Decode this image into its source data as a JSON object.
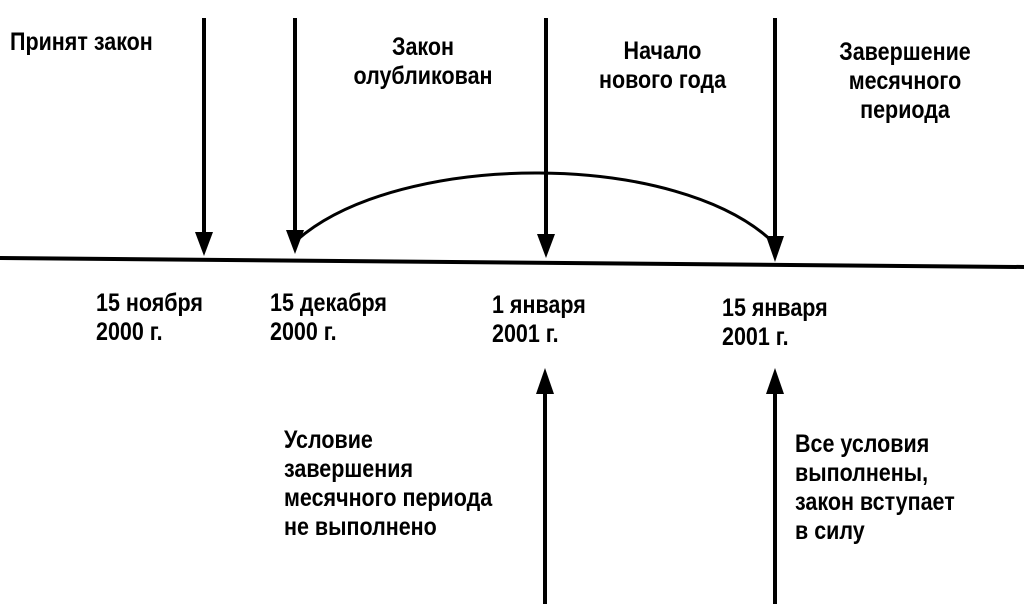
{
  "events": {
    "law_adopted": "Принят закон",
    "law_published": [
      "Закон",
      "олубликован"
    ],
    "new_year": [
      "Начало",
      "нового года"
    ],
    "period_end": [
      "Завершение",
      "месячного",
      "периода"
    ]
  },
  "dates": {
    "nov15": [
      "15 ноября",
      "2000 г."
    ],
    "dec15": [
      "15 декабря",
      "2000 г."
    ],
    "jan1": [
      "1 января",
      "2001 г."
    ],
    "jan15": [
      "15 января",
      "2001 г."
    ]
  },
  "notes": {
    "condition_not_met": [
      "Условие",
      "завершения",
      "месячного периода",
      "не выполнено"
    ],
    "all_met": [
      "Все условия",
      "выполнены,",
      "закон вступает",
      "в силу"
    ]
  },
  "colors": {
    "ink": "#000000",
    "background": "#ffffff"
  }
}
